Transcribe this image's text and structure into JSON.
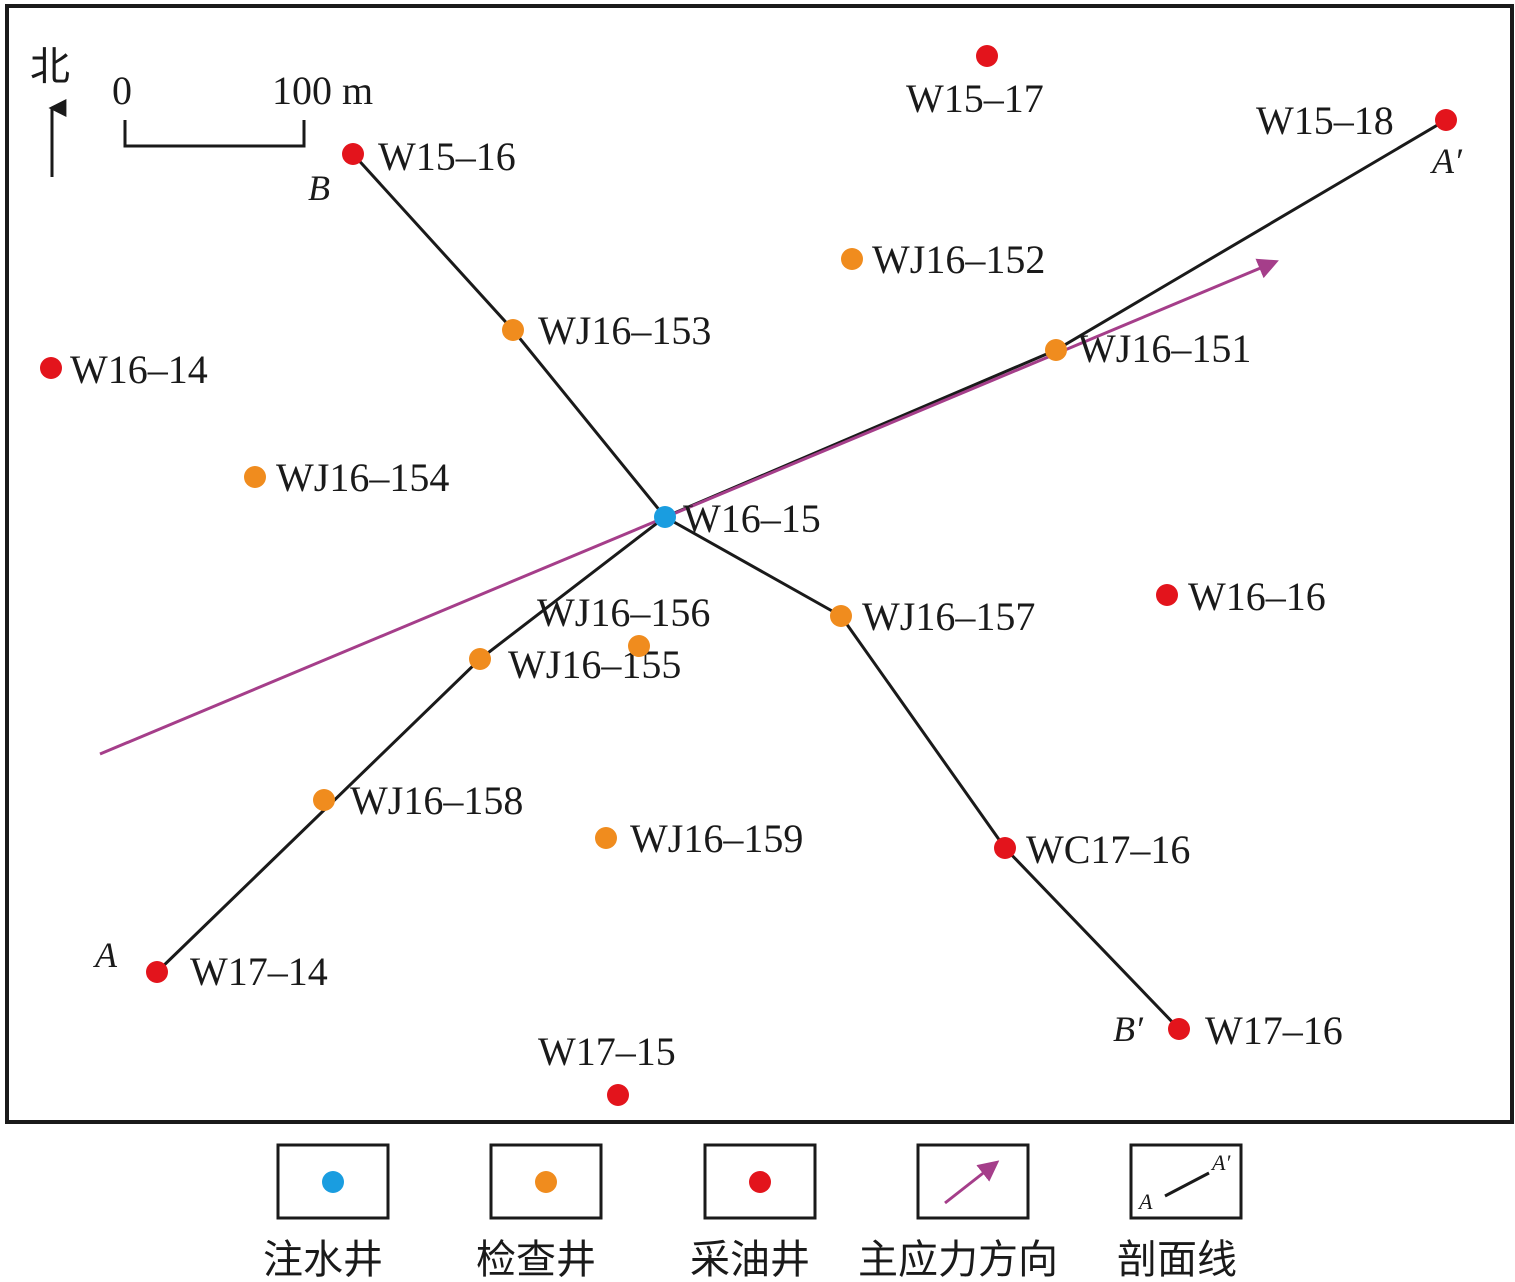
{
  "north_label": "北",
  "scale": {
    "start_label": "0",
    "end_label": "100 m"
  },
  "section_labels": {
    "a": "A",
    "a_prime": "A′",
    "b": "B",
    "b_prime": "B′"
  },
  "wells": [
    {
      "id": "W15-16",
      "type": "production"
    },
    {
      "id": "W15-17",
      "type": "production"
    },
    {
      "id": "W15-18",
      "type": "production"
    },
    {
      "id": "W16-14",
      "type": "production"
    },
    {
      "id": "W16-15",
      "type": "injection"
    },
    {
      "id": "W16-16",
      "type": "production"
    },
    {
      "id": "W17-14",
      "type": "production"
    },
    {
      "id": "W17-15",
      "type": "production"
    },
    {
      "id": "W17-16",
      "type": "production"
    },
    {
      "id": "WC17-16",
      "type": "production"
    },
    {
      "id": "WJ16-151",
      "type": "inspection"
    },
    {
      "id": "WJ16-152",
      "type": "inspection"
    },
    {
      "id": "WJ16-153",
      "type": "inspection"
    },
    {
      "id": "WJ16-154",
      "type": "inspection"
    },
    {
      "id": "WJ16-155",
      "type": "inspection"
    },
    {
      "id": "WJ16-156",
      "type": "inspection"
    },
    {
      "id": "WJ16-157",
      "type": "inspection"
    },
    {
      "id": "WJ16-158",
      "type": "inspection"
    },
    {
      "id": "WJ16-159",
      "type": "inspection"
    }
  ],
  "legend": {
    "injection": "注水井",
    "inspection": "检查井",
    "production": "采油井",
    "stress": "主应力方向",
    "section": "剖面线",
    "section_a": "A",
    "section_a_prime": "A′"
  },
  "colors": {
    "injection": "#1a9de0",
    "inspection": "#f08c1e",
    "production": "#e3141c",
    "stress_arrow": "#a53e8a",
    "line": "#1a1a1a"
  }
}
